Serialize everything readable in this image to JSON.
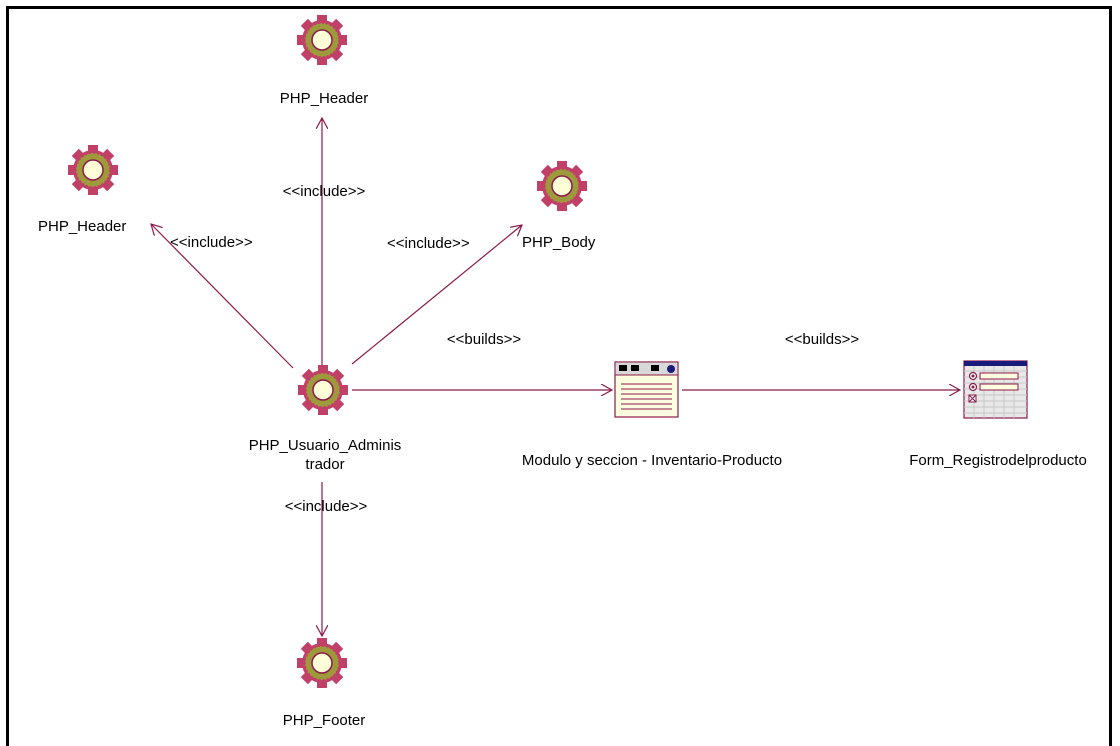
{
  "nodes": {
    "header_top": {
      "label": "PHP_Header",
      "icon": "server-page-gear-icon"
    },
    "header_left": {
      "label": "PHP_Header",
      "icon": "server-page-gear-icon"
    },
    "body": {
      "label": "PHP_Body",
      "icon": "server-page-gear-icon"
    },
    "admin": {
      "label_line1": "PHP_Usuario_Adminis",
      "label_line2": "trador",
      "icon": "server-page-gear-icon"
    },
    "footer": {
      "label": "PHP_Footer",
      "icon": "server-page-gear-icon"
    },
    "modulo": {
      "label": "Modulo y seccion - Inventario-Producto",
      "icon": "client-page-icon"
    },
    "form": {
      "label": "Form_Registrodelproducto",
      "icon": "html-form-icon"
    }
  },
  "relations": {
    "include_top": "<<include>>",
    "include_left": "<<include>>",
    "include_body": "<<include>>",
    "include_footer": "<<include>>",
    "builds_modulo": "<<builds>>",
    "builds_form": "<<builds>>"
  },
  "colors": {
    "line": "#8b1a4a",
    "gear": "#b5305f",
    "gear_fill": "#a39a3a",
    "gear_center": "#ffffd8",
    "form_header": "#1a1a7a"
  }
}
